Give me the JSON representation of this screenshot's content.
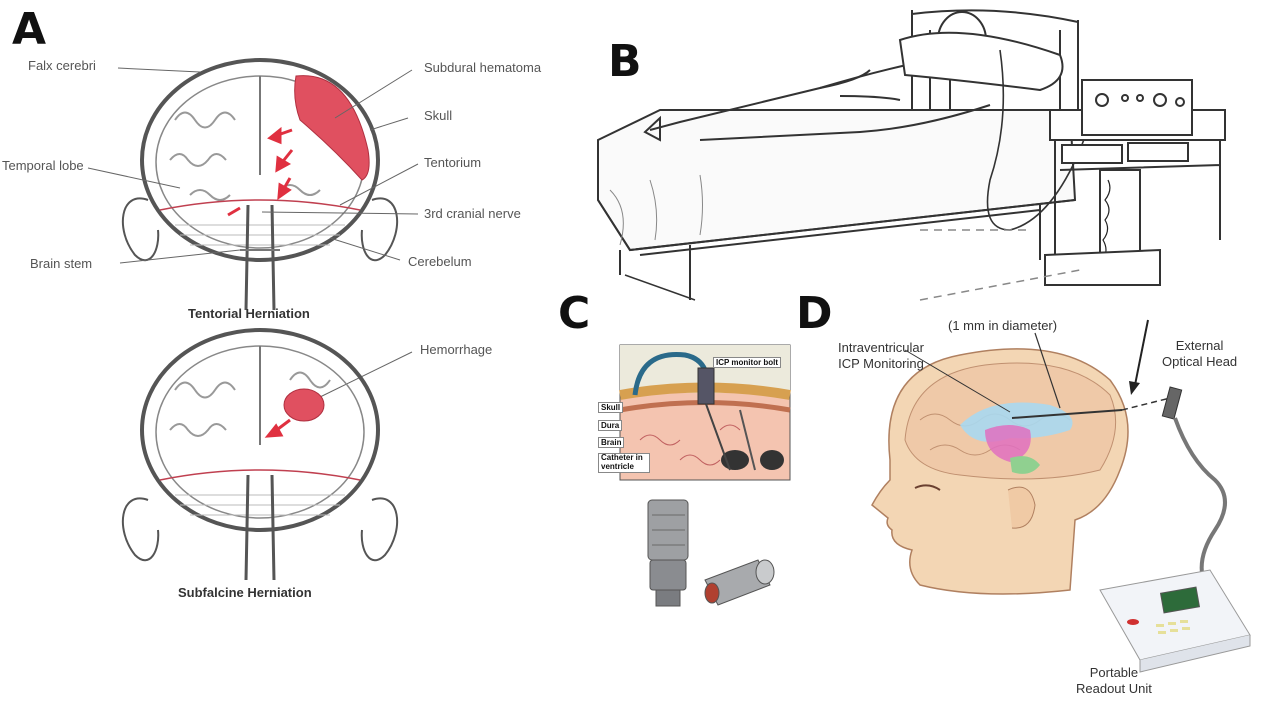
{
  "panels": {
    "a": {
      "letter": "A",
      "labels": {
        "falx": "Falx cerebri",
        "subdural": "Subdural hematoma",
        "skull": "Skull",
        "temporal": "Temporal lobe",
        "tentorium": "Tentorium",
        "cranial": "3rd cranial nerve",
        "brainstem": "Brain stem",
        "cerebellum": "Cerebelum",
        "hemorrhage": "Hemorrhage"
      },
      "captions": {
        "top": "Tentorial Herniation",
        "bottom": "Subfalcine Herniation"
      }
    },
    "b": {
      "letter": "B"
    },
    "c": {
      "letter": "C",
      "labels": {
        "bolt": "ICP monitor bolt",
        "skull": "Skull",
        "dura": "Dura",
        "brain": "Brain",
        "catheter": "Catheter in ventricle"
      }
    },
    "d": {
      "letter": "D",
      "labels": {
        "diameter": "(1 mm in diameter)",
        "intraventricular": "Intraventricular\nICP Monitoring",
        "optical": "External\nOptical Head",
        "portable": "Portable\nReadout Unit"
      }
    }
  },
  "colors": {
    "hematoma": "#e05060",
    "arrow": "#e03040",
    "ventricle_blue": "#a8d8f0",
    "ventricle_pink": "#e070c0",
    "skin": "#f3d6b4",
    "screen": "#2d6b3a"
  }
}
